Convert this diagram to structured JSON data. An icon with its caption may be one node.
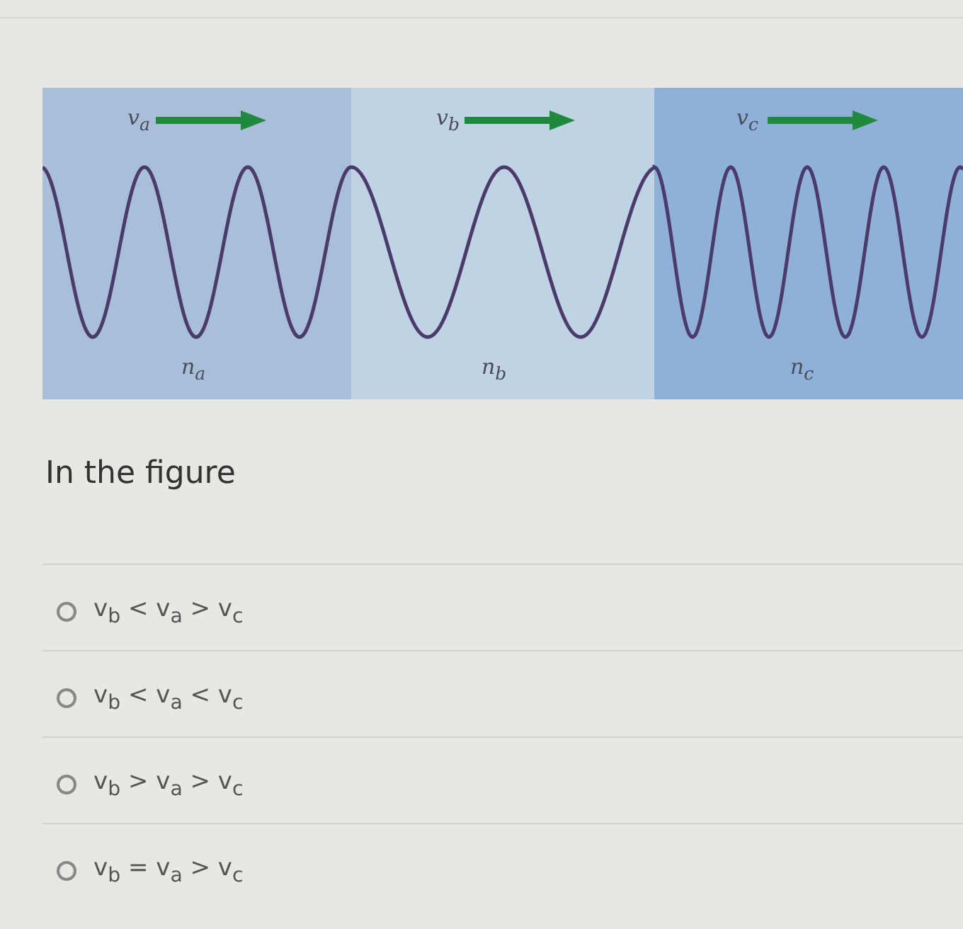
{
  "diagram": {
    "nodes": [
      {
        "text": [
          "v$_{a}$",
          "n$_{a}$"
        ]
      },
      {
        "text": [
          "v$_{b}$",
          "n$_{b}$"
        ]
      },
      {
        "text": [
          "v$_{c}$",
          "n$_{c}$"
        ]
      }
    ],
    "labels": [
      "In the figure",
      "v$_{b}$ < v$_{a}$ > v$_{c}$",
      "v$_{b}$ < v$_{a}$ < v$_{c}$",
      "v$_{b}$ > v$_{a}$ > v$_{c}$",
      "v$_{b}$ = v$_{a}$ > v$_{c}$"
    ]
  }
}
